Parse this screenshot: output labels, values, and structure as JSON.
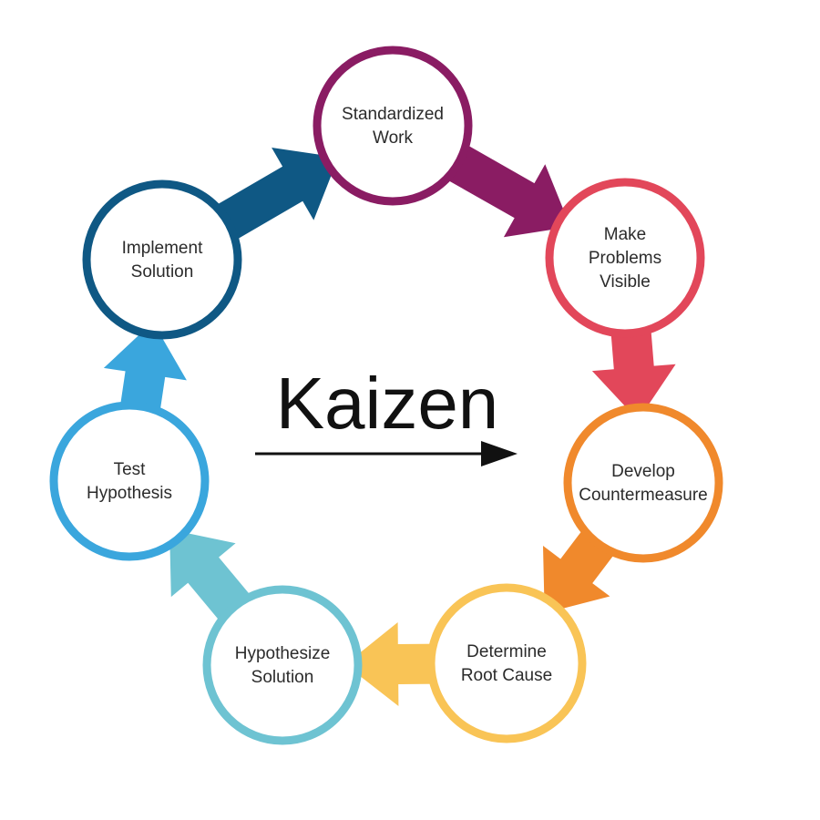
{
  "title": "Kaizen",
  "steps": [
    {
      "id": "standardized-work",
      "lines": [
        "Standardized",
        "Work"
      ],
      "color": "#8a1c63"
    },
    {
      "id": "make-problems-visible",
      "lines": [
        "Make",
        "Problems",
        "Visible"
      ],
      "color": "#e2475a"
    },
    {
      "id": "develop-countermeasure",
      "lines": [
        "Develop",
        "Countermeasure"
      ],
      "color": "#f0892c"
    },
    {
      "id": "determine-root-cause",
      "lines": [
        "Determine",
        "Root Cause"
      ],
      "color": "#f9c456"
    },
    {
      "id": "hypothesize-solution",
      "lines": [
        "Hypothesize",
        "Solution"
      ],
      "color": "#6ec3d2"
    },
    {
      "id": "test-hypothesis",
      "lines": [
        "Test",
        "Hypothesis"
      ],
      "color": "#3aa6dd"
    },
    {
      "id": "implement-solution",
      "lines": [
        "Implement",
        "Solution"
      ],
      "color": "#0f5884"
    }
  ],
  "arrows": [
    {
      "id": "arrow-standardized-to-visible",
      "from": "standardized-work",
      "to": "make-problems-visible",
      "color": "#8a1c63"
    },
    {
      "id": "arrow-visible-to-countermeasure",
      "from": "make-problems-visible",
      "to": "develop-countermeasure",
      "color": "#e2475a"
    },
    {
      "id": "arrow-countermeasure-to-rootcause",
      "from": "develop-countermeasure",
      "to": "determine-root-cause",
      "color": "#f0892c"
    },
    {
      "id": "arrow-rootcause-to-hypothesize",
      "from": "determine-root-cause",
      "to": "hypothesize-solution",
      "color": "#f9c456"
    },
    {
      "id": "arrow-hypothesize-to-test",
      "from": "hypothesize-solution",
      "to": "test-hypothesis",
      "color": "#6ec3d2"
    },
    {
      "id": "arrow-test-to-implement",
      "from": "test-hypothesis",
      "to": "implement-solution",
      "color": "#3aa6dd"
    },
    {
      "id": "arrow-implement-to-standardized",
      "from": "implement-solution",
      "to": "standardized-work",
      "color": "#0f5884"
    }
  ]
}
